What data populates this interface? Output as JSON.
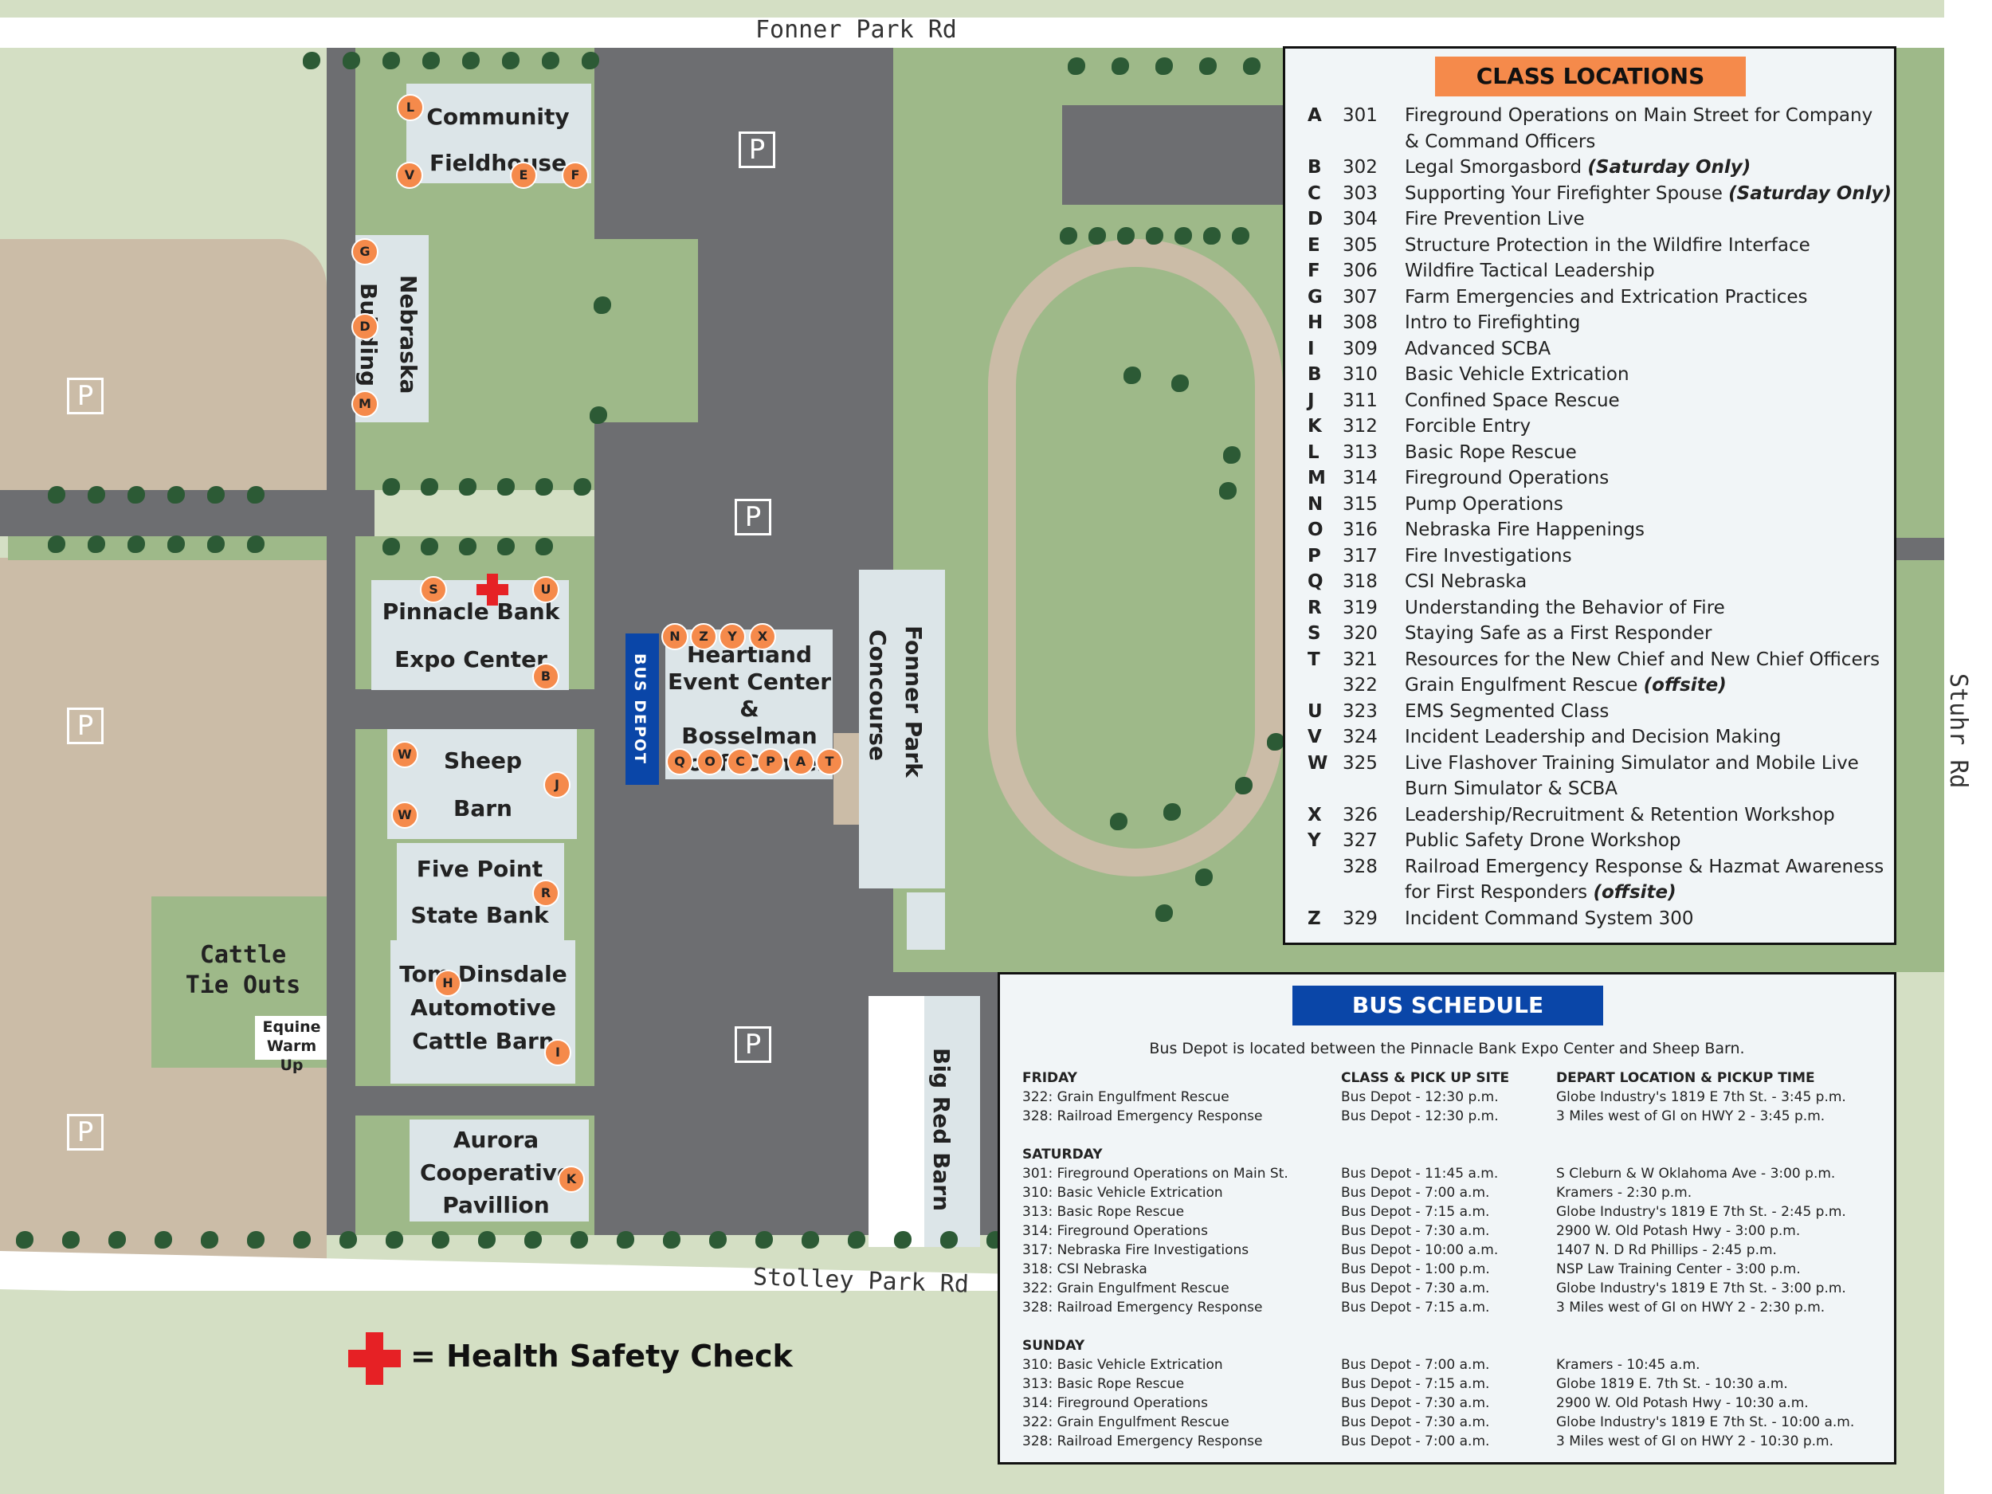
{
  "roads": {
    "north": "Fonner Park Rd",
    "south": "Stolley Park Rd",
    "east": "Stuhr Rd"
  },
  "parking_label": "P",
  "buildings": {
    "community_fieldhouse": "Community\nFieldhouse",
    "nebraska_building_1": "Nebraska",
    "nebraska_building_2": "Building",
    "pinnacle_bank_expo": "Pinnacle Bank\nExpo Center",
    "sheep_barn": "Sheep\nBarn",
    "five_point_state_bank": "Five Point\nState Bank",
    "automotive_cattle_barn": "Tom Dinsdale\nAutomotive\nCattle Barn",
    "aurora_pavillion": "Aurora\nCooperative\nPavillion",
    "heartland_event_center": "Heartland\nEvent Center &\nBosselman\nConf. Center",
    "fonner_park_concourse_1": "Fonner Park",
    "fonner_park_concourse_2": "Concourse",
    "big_red_barn": "Big Red Barn",
    "cattle_tie_outs": "Cattle\nTie Outs",
    "equine_warm_up": "Equine\nWarm Up",
    "bus_depot": "BUS DEPOT"
  },
  "legend": {
    "health_check": "= Health Safety Check"
  },
  "class_locations": {
    "title": "CLASS LOCATIONS",
    "rows": [
      {
        "letter": "A",
        "num": "301",
        "title": "Fireground Operations on Main Street for Company",
        "title2": "& Command Officers"
      },
      {
        "letter": "B",
        "num": "302",
        "title": "Legal Smorgasbord ",
        "em": "(Saturday Only)"
      },
      {
        "letter": "C",
        "num": "303",
        "title": "Supporting Your Firefighter Spouse ",
        "em": "(Saturday Only)"
      },
      {
        "letter": "D",
        "num": "304",
        "title": "Fire Prevention Live"
      },
      {
        "letter": "E",
        "num": "305",
        "title": "Structure Protection in the Wildfire Interface"
      },
      {
        "letter": "F",
        "num": "306",
        "title": "Wildfire Tactical Leadership"
      },
      {
        "letter": "G",
        "num": "307",
        "title": "Farm Emergencies and Extrication Practices"
      },
      {
        "letter": "H",
        "num": "308",
        "title": "Intro to Firefighting"
      },
      {
        "letter": "I",
        "num": "309",
        "title": "Advanced SCBA"
      },
      {
        "letter": "B",
        "num": "310",
        "title": "Basic Vehicle Extrication"
      },
      {
        "letter": "J",
        "num": "311",
        "title": "Confined Space Rescue"
      },
      {
        "letter": "K",
        "num": "312",
        "title": "Forcible Entry"
      },
      {
        "letter": "L",
        "num": "313",
        "title": "Basic Rope Rescue"
      },
      {
        "letter": "M",
        "num": "314",
        "title": "Fireground Operations"
      },
      {
        "letter": "N",
        "num": "315",
        "title": "Pump Operations"
      },
      {
        "letter": "O",
        "num": "316",
        "title": "Nebraska Fire Happenings"
      },
      {
        "letter": "P",
        "num": "317",
        "title": "Fire Investigations"
      },
      {
        "letter": "Q",
        "num": "318",
        "title": "CSI Nebraska"
      },
      {
        "letter": "R",
        "num": "319",
        "title": "Understanding the Behavior of Fire"
      },
      {
        "letter": "S",
        "num": "320",
        "title": "Staying Safe as a First Responder"
      },
      {
        "letter": "T",
        "num": "321",
        "title": "Resources for the New Chief and New Chief Officers"
      },
      {
        "letter": "",
        "num": "322",
        "title": "Grain Engulfment Rescue ",
        "em": "(offsite)"
      },
      {
        "letter": "U",
        "num": "323",
        "title": "EMS Segmented Class"
      },
      {
        "letter": "V",
        "num": "324",
        "title": "Incident Leadership and Decision Making"
      },
      {
        "letter": "W",
        "num": "325",
        "title": "Live Flashover Training Simulator and Mobile Live",
        "title2": "Burn Simulator & SCBA"
      },
      {
        "letter": "X",
        "num": "326",
        "title": "Leadership/Recruitment & Retention Workshop"
      },
      {
        "letter": "Y",
        "num": "327",
        "title": "Public Safety Drone Workshop"
      },
      {
        "letter": "",
        "num": "328",
        "title": "Railroad Emergency Response & Hazmat Awareness",
        "title2": "for First Responders ",
        "em2": "(offsite)"
      },
      {
        "letter": "Z",
        "num": "329",
        "title": "Incident Command System 300"
      }
    ]
  },
  "bus_schedule": {
    "title": "BUS SCHEDULE",
    "subtitle": "Bus Depot is located between the Pinnacle Bank Expo Center and Sheep Barn.",
    "headers": [
      "FRIDAY",
      "CLASS & PICK UP SITE",
      "DEPART LOCATION & PICKUP TIME"
    ],
    "friday": [
      [
        "322: Grain Engulfment Rescue",
        "Bus Depot - 12:30 p.m.",
        "Globe Industry's 1819 E 7th St. - 3:45 p.m."
      ],
      [
        "328: Railroad Emergency Response",
        "Bus Depot - 12:30 p.m.",
        "3 Miles west of GI on HWY 2 - 3:45 p.m."
      ]
    ],
    "saturday_label": "SATURDAY",
    "saturday": [
      [
        "301: Fireground Operations on Main St.",
        "Bus Depot - 11:45 a.m.",
        "S Cleburn & W Oklahoma Ave - 3:00 p.m."
      ],
      [
        "310: Basic Vehicle Extrication",
        "Bus Depot - 7:00 a.m.",
        "Kramers  - 2:30 p.m."
      ],
      [
        "313: Basic Rope Rescue",
        "Bus Depot - 7:15 a.m.",
        "Globe Industry's 1819 E 7th St. - 2:45 p.m."
      ],
      [
        "314: Fireground Operations",
        "Bus Depot - 7:30 a.m.",
        "2900 W. Old Potash Hwy - 3:00 p.m."
      ],
      [
        "317: Nebraska Fire Investigations",
        "Bus Depot - 10:00 a.m.",
        "1407 N. D Rd Phillips - 2:45 p.m."
      ],
      [
        "318: CSI Nebraska",
        "Bus Depot - 1:00 p.m.",
        "NSP Law Training Center - 3:00 p.m."
      ],
      [
        "322: Grain Engulfment Rescue",
        "Bus Depot - 7:30 a.m.",
        "Globe Industry's 1819 E 7th St. - 3:00 p.m."
      ],
      [
        "328: Railroad Emergency Response",
        "Bus Depot - 7:15 a.m.",
        "3 Miles west of GI on HWY 2 - 2:30 p.m."
      ]
    ],
    "sunday_label": "SUNDAY",
    "sunday": [
      [
        "310: Basic Vehicle Extrication",
        "Bus Depot - 7:00 a.m.",
        "Kramers  - 10:45 a.m."
      ],
      [
        "313: Basic Rope Rescue",
        "Bus Depot - 7:15 a.m.",
        "Globe 1819 E. 7th St. - 10:30 a.m."
      ],
      [
        "314: Fireground Operations",
        "Bus Depot - 7:30 a.m.",
        "2900 W. Old Potash Hwy - 10:30 a.m."
      ],
      [
        "322: Grain Engulfment Rescue",
        "Bus Depot - 7:30 a.m.",
        "Globe Industry's 1819 E 7th St. - 10:00 a.m."
      ],
      [
        "328: Railroad Emergency Response",
        "Bus Depot - 7:00 a.m.",
        "3 Miles west of GI on HWY 2 - 10:30 p.m."
      ]
    ]
  },
  "colors": {
    "pin": "#f58a4b",
    "class_title_bg": "#f58a4b",
    "bus_title_bg": "#0a46a8",
    "health_cross": "#e62125"
  }
}
